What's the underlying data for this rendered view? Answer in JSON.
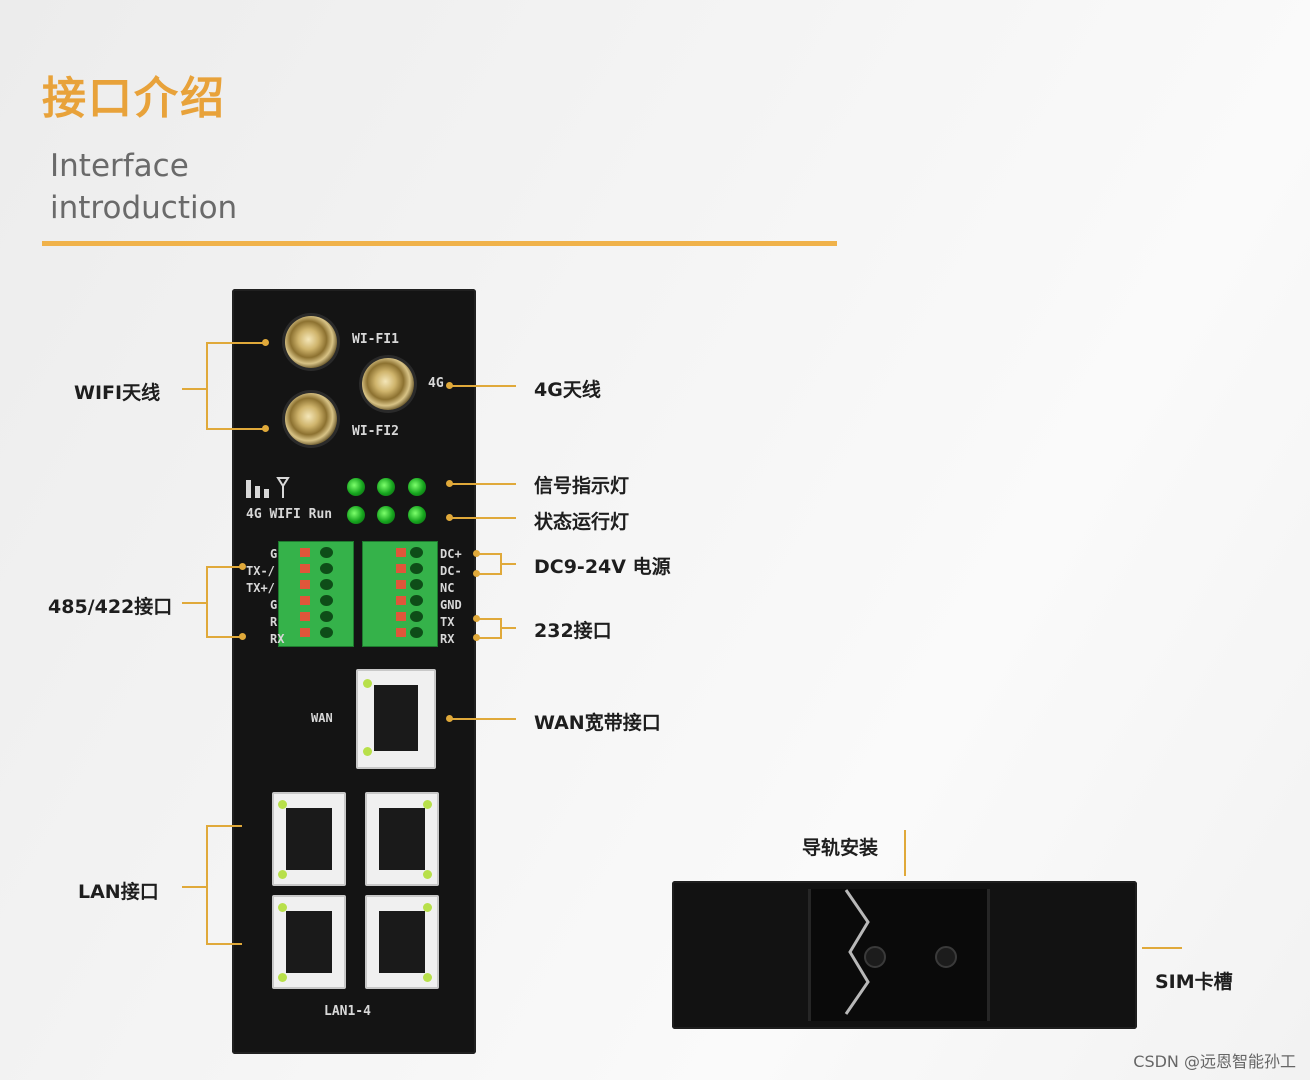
{
  "header": {
    "title_cn": "接口介绍",
    "title_en_line1": "Interface",
    "title_en_line2": "introduction"
  },
  "callouts": {
    "wifi_antenna": "WIFI天线",
    "antenna_4g": "4G天线",
    "signal_led": "信号指示灯",
    "status_led": "状态运行灯",
    "power": "DC9-24V 电源",
    "rs485": "485/422接口",
    "rs232": "232接口",
    "wan": "WAN宽带接口",
    "lan": "LAN接口",
    "din_rail": "导轨安装",
    "sim": "SIM卡槽"
  },
  "device": {
    "wifi1": "WI-FI1",
    "wifi2": "WI-FI2",
    "ant_4g": "4G",
    "led_labels": "4G WIFI Run",
    "left_pins": [
      "G",
      "TX-/",
      "TX+/",
      "G",
      "R",
      "RX"
    ],
    "right_pins": [
      "DC+",
      "DC-",
      "NC",
      "GND",
      "TX",
      "RX"
    ],
    "wan_label": "WAN",
    "lan_label": "LAN1-4"
  },
  "colors": {
    "accent": "#e0a93a",
    "title": "#e8a23a",
    "led_green": "#16a51e",
    "terminal_green": "#35b24a"
  },
  "watermark": "CSDN @远恩智能孙工"
}
